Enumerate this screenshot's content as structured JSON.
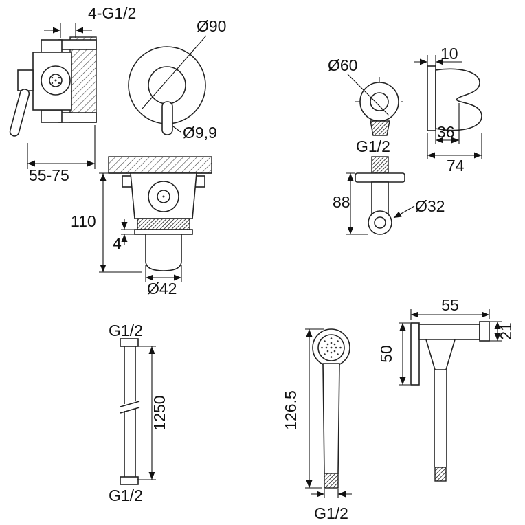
{
  "colors": {
    "line": "#1a1a1a",
    "background": "#ffffff"
  },
  "views": {
    "mixer_side": {
      "thread_label": "4-G1/2",
      "depth_range": "55-75"
    },
    "faceplate_front": {
      "diameter": "Ø90",
      "handle_diameter": "Ø9,9"
    },
    "mixer_front": {
      "height": "110",
      "plate_thickness": "4",
      "body_diameter": "Ø42"
    },
    "outlet_front": {
      "diameter": "Ø60",
      "thread": "G1/2"
    },
    "outlet_side": {
      "height": "88",
      "body_diameter": "Ø32"
    },
    "bracket_side": {
      "plate_thickness": "10",
      "hook_offset": "36",
      "depth": "74"
    },
    "hose": {
      "thread_top": "G1/2",
      "length": "1250",
      "thread_bottom": "G1/2"
    },
    "sprayer_front": {
      "height": "126.5",
      "thread": "G1/2"
    },
    "sprayer_side": {
      "width": "55",
      "head_height": "50",
      "cap_height": "21"
    }
  }
}
